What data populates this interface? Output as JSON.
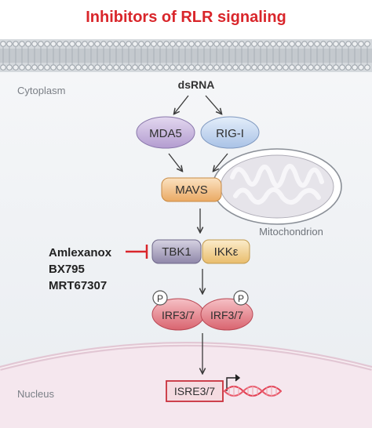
{
  "title": "Inhibitors of RLR signaling",
  "compartments": {
    "cytoplasm": "Cytoplasm",
    "nucleus": "Nucleus",
    "mitochondrion": "Mitochondrion"
  },
  "nodes": {
    "dsrna": "dsRNA",
    "mda5": "MDA5",
    "rigi": "RIG-I",
    "mavs": "MAVS",
    "tbk1": "TBK1",
    "ikke": "IKKε",
    "irf_left": "IRF3/7",
    "irf_right": "IRF3/7",
    "phospho_left": "P",
    "phospho_right": "P",
    "isre": "ISRE3/7"
  },
  "inhibitors": [
    "Amlexanox",
    "BX795",
    "MRT67307"
  ],
  "colors": {
    "title": "#d9262b",
    "membrane": "#c9cdd1",
    "cytoplasm_bg": "#eef1f4",
    "nucleus_bg": "#f6e9f0",
    "mda5": "#c9b7dc",
    "rigi": "#c9d9ef",
    "mavs": "#f2c58e",
    "tbk1": "#b7b1c9",
    "ikke": "#f2d69e",
    "irf": "#e88e96",
    "isre": "#f4d9de",
    "inhibit": "#d9262b",
    "dna": "#e23e52"
  }
}
